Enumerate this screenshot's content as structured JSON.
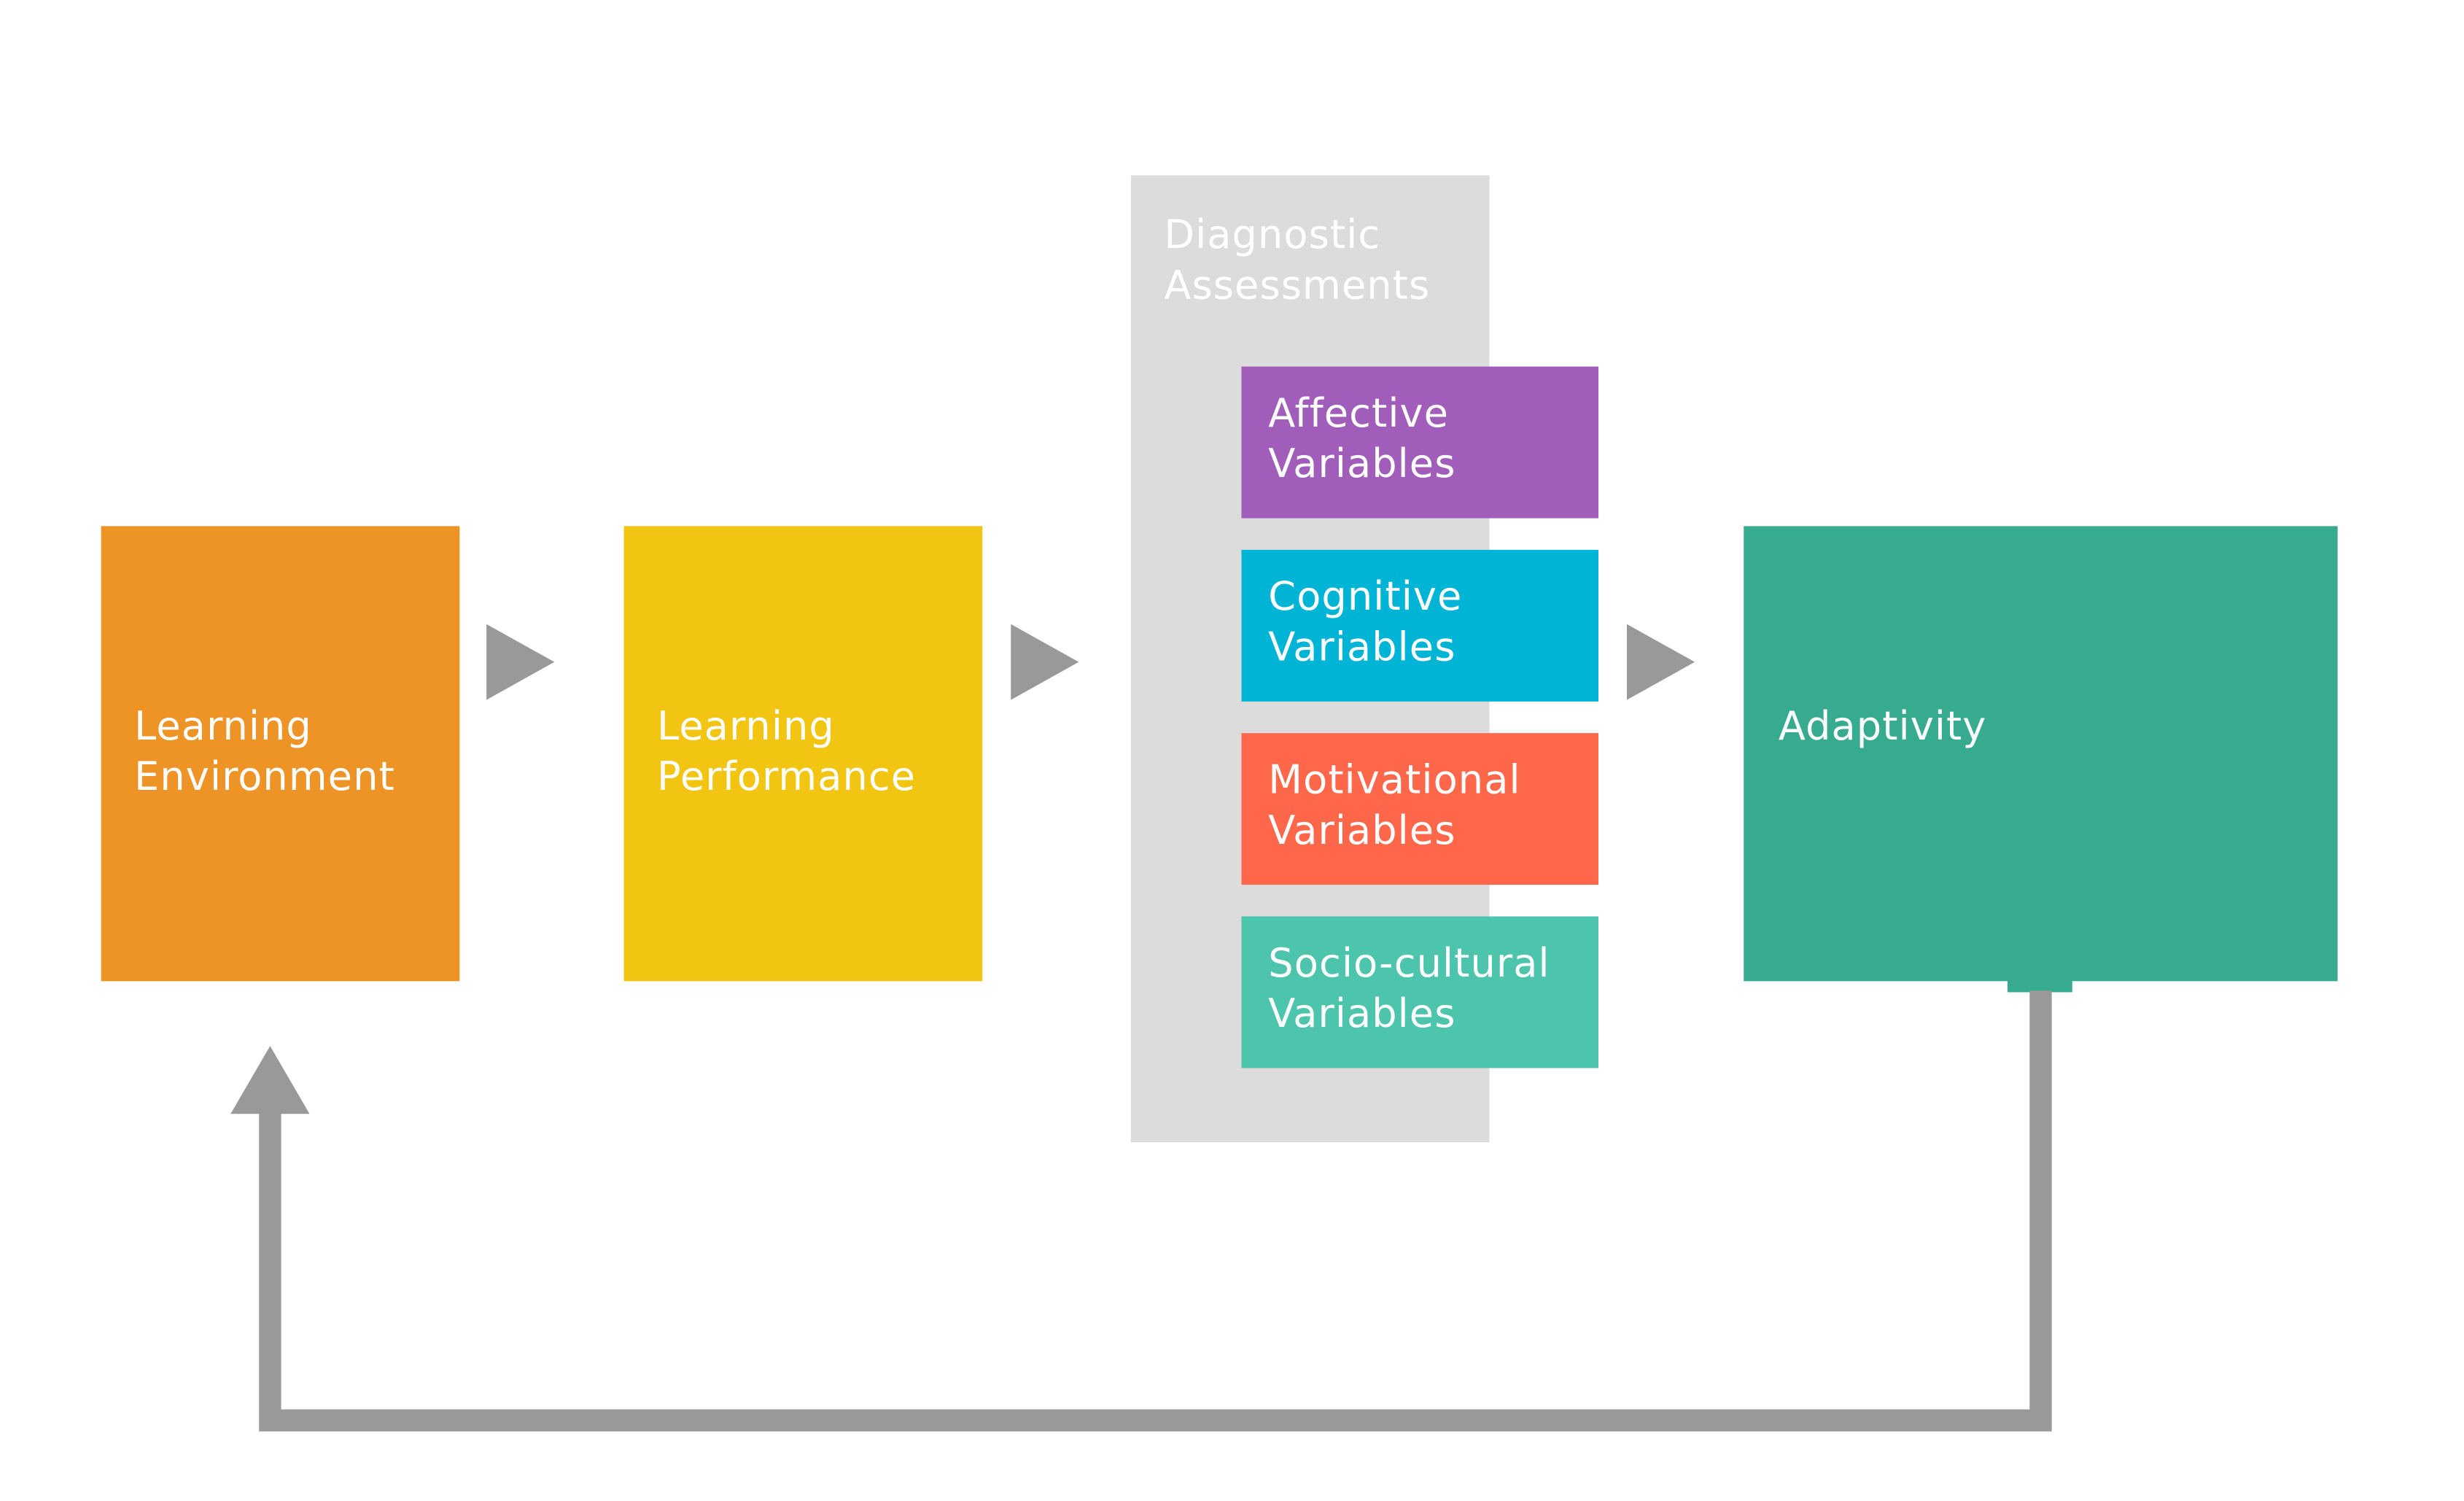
{
  "colors": {
    "learning_environment": "#EE9426",
    "learning_performance": "#F1C511",
    "diagnostic_panel": "#DCDCDC",
    "affective": "#A15DBA",
    "cognitive": "#00B4D6",
    "motivational": "#FF674B",
    "sociocultural": "#4DC5AC",
    "adaptivity": "#36AB8F",
    "arrow": "#999999"
  },
  "nodes": {
    "learning_environment": "Learning\nEnvironment",
    "learning_performance": "Learning\nPerformance",
    "diagnostic_assessments": "Diagnostic\nAssessments",
    "affective_variables": "Affective\nVariables",
    "cognitive_variables": "Cognitive\nVariables",
    "motivational_variables": "Motivational\nVariables",
    "sociocultural_variables": "Socio-cultural\nVariables",
    "adaptivity": "Adaptivity"
  },
  "edges": [
    {
      "from": "learning_environment",
      "to": "learning_performance",
      "style": "chevron-arrow"
    },
    {
      "from": "learning_performance",
      "to": "diagnostic_assessments",
      "style": "chevron-arrow"
    },
    {
      "from": "diagnostic_assessments",
      "to": "adaptivity",
      "style": "chevron-arrow"
    },
    {
      "from": "adaptivity",
      "to": "learning_environment",
      "style": "feedback-loop-arrow"
    }
  ],
  "icons": {
    "flow_arrow": "triangle-right-icon",
    "feedback_arrow": "arrow-up-icon"
  }
}
